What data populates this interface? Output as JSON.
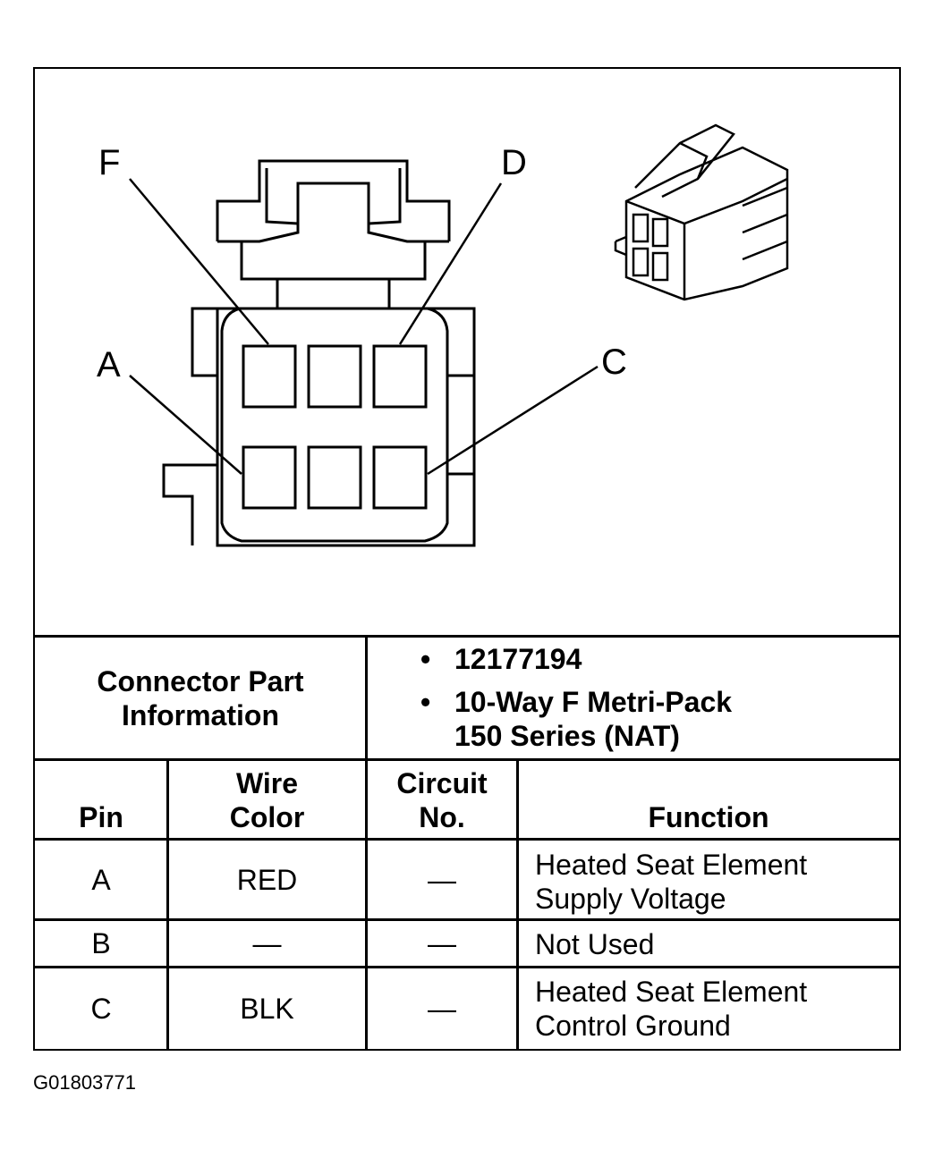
{
  "labels": {
    "f": "F",
    "d": "D",
    "a": "A",
    "c": "C"
  },
  "connector_info": {
    "heading": "Connector Part Information",
    "bullet": "•",
    "part_number": "12177194",
    "description_line1": "10-Way F Metri-Pack",
    "description_line2": "150 Series (NAT)"
  },
  "table": {
    "headers": {
      "pin": "Pin",
      "wire_color": "Wire Color",
      "circuit_no": "Circuit No.",
      "function": "Function"
    },
    "rows": [
      {
        "pin": "A",
        "wire_color": "RED",
        "circuit_no": "—",
        "function": "Heated Seat Element Supply Voltage"
      },
      {
        "pin": "B",
        "wire_color": "—",
        "circuit_no": "—",
        "function": "Not Used"
      },
      {
        "pin": "C",
        "wire_color": "BLK",
        "circuit_no": "—",
        "function": "Heated Seat Element Control Ground"
      }
    ]
  },
  "figure_id": "G01803771"
}
